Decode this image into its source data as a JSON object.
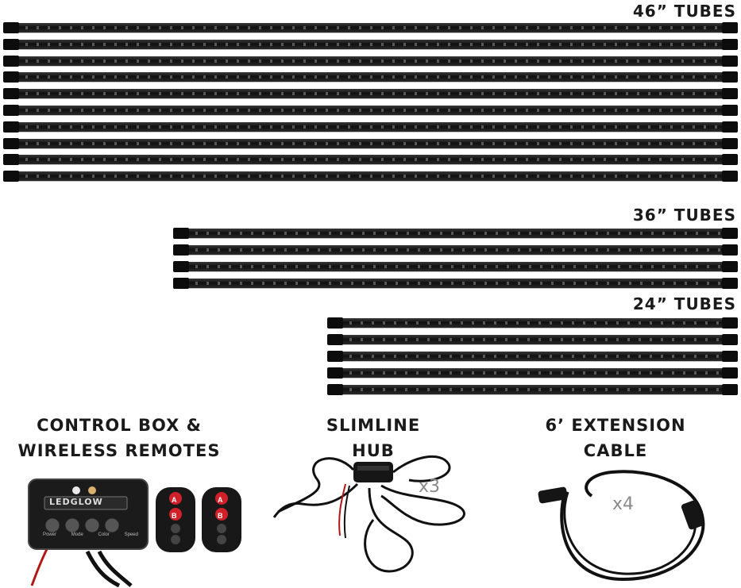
{
  "sections": {
    "tubes46": {
      "label": "46” TUBES",
      "count": 10
    },
    "tubes36": {
      "label": "36” TUBES",
      "count": 4
    },
    "tubes24": {
      "label": "24” TUBES",
      "count": 5
    }
  },
  "components": {
    "control_box": {
      "line1": "CONTROL BOX &",
      "line2": "WIRELESS REMOTES",
      "brand": "LEDGLOW",
      "buttons": [
        "Power",
        "Mode",
        "Color",
        "Speed"
      ],
      "remote_keys": [
        "A",
        "B"
      ]
    },
    "hub": {
      "line1": "SLIMLINE",
      "line2": "HUB",
      "qty": "x3"
    },
    "cable": {
      "line1": "6’ EXTENSION",
      "line2": "CABLE",
      "qty": "x4"
    }
  },
  "colors": {
    "tube": "#1a1a1a",
    "text": "#1a1a1a",
    "qty": "#8a8a8a",
    "remote_button": "#d0212b"
  },
  "icons": [
    "led-tube-icon",
    "control-box-icon",
    "remote-icon",
    "hub-icon",
    "cable-icon"
  ]
}
